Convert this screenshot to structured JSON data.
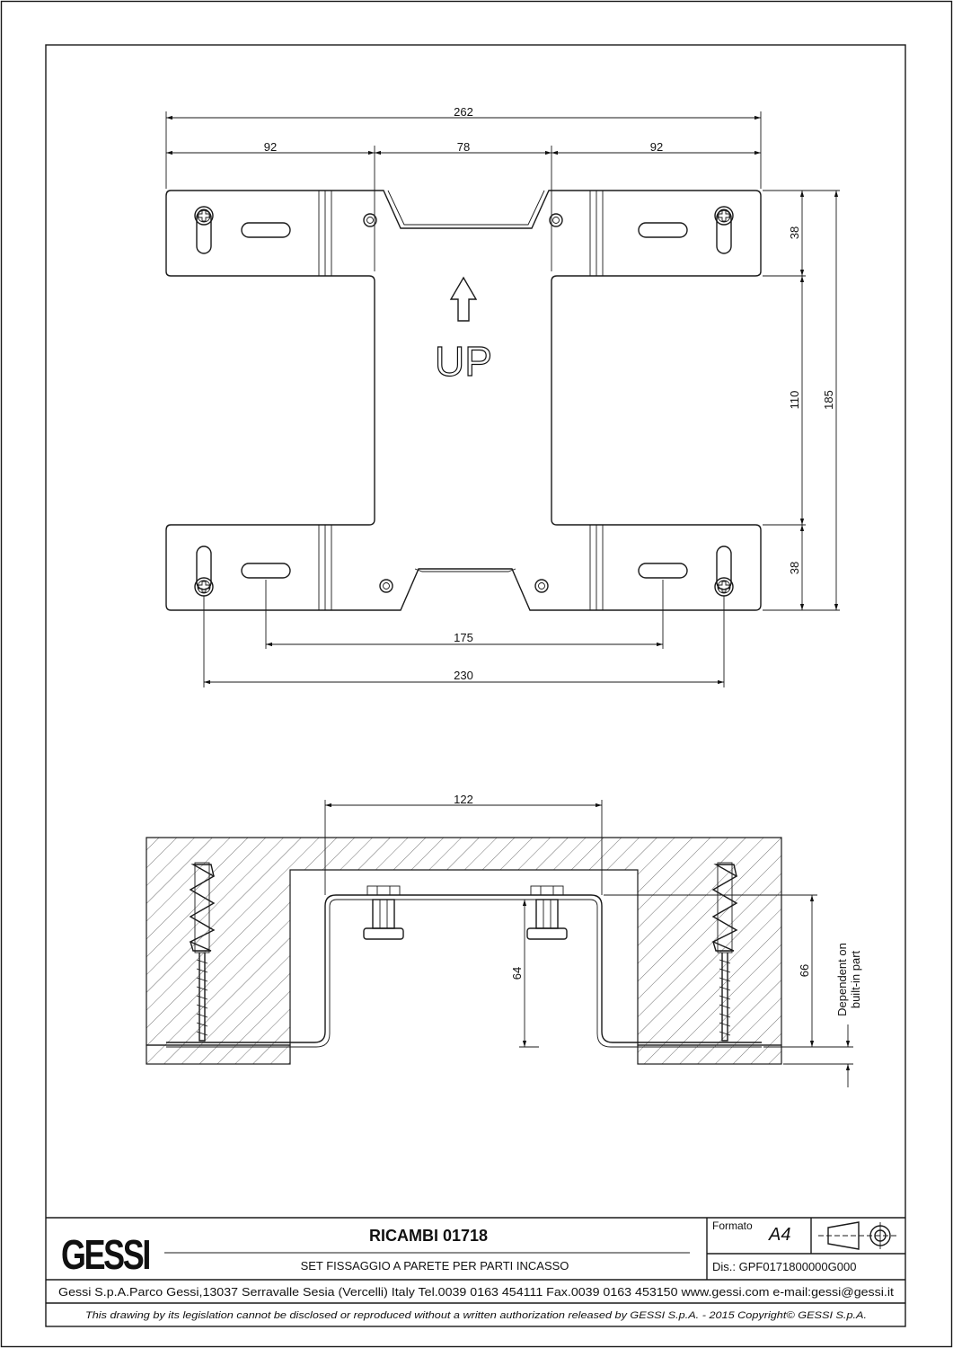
{
  "plan_view": {
    "label_up": "UP",
    "dims": {
      "overall_width": "262",
      "left_wing": "92",
      "center": "78",
      "right_wing": "92",
      "slot_spacing": "175",
      "screw_spacing": "230",
      "top_height": "38",
      "middle_height": "110",
      "bottom_height": "38",
      "overall_height": "185"
    }
  },
  "section_view": {
    "dims": {
      "bracket_width": "122",
      "depth": "64",
      "mount_depth": "66"
    },
    "note_line1": "Dependent on",
    "note_line2": "built-in part"
  },
  "title_block": {
    "logo": "GESSI",
    "title": "RICAMBI 01718",
    "subtitle": "SET FISSAGGIO A PARETE PER PARTI INCASSO",
    "format_label": "Formato",
    "format_value": "A4",
    "drawing_number": "Dis.: GPF0171800000G000",
    "address": "Gessi S.p.A.Parco Gessi,13037 Serravalle Sesia (Vercelli) Italy Tel.0039 0163 454111 Fax.0039 0163 453150 www.gessi.com e-mail:gessi@gessi.it",
    "disclaimer": "This drawing by its legislation cannot be disclosed or reproduced without a written authorization released by GESSI S.p.A. - 2015 Copyright© GESSI S.p.A."
  }
}
